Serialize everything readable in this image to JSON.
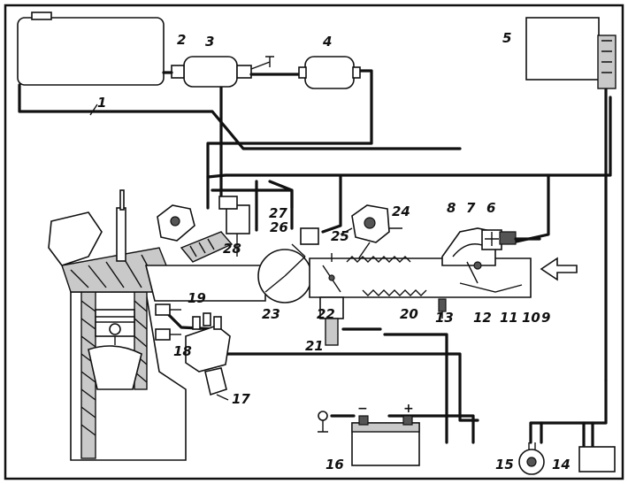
{
  "labels": [
    "1",
    "2",
    "3",
    "4",
    "5",
    "6",
    "7",
    "8",
    "9",
    "10",
    "11",
    "12",
    "13",
    "14",
    "15",
    "16",
    "17",
    "18",
    "19",
    "20",
    "21",
    "22",
    "23",
    "24",
    "25",
    "26",
    "27",
    "28"
  ],
  "battery": {
    "minus": "−",
    "plus": "+"
  },
  "colors": {
    "ink": "#111111",
    "paper": "#ffffff",
    "shade": "#c9c9c9"
  }
}
